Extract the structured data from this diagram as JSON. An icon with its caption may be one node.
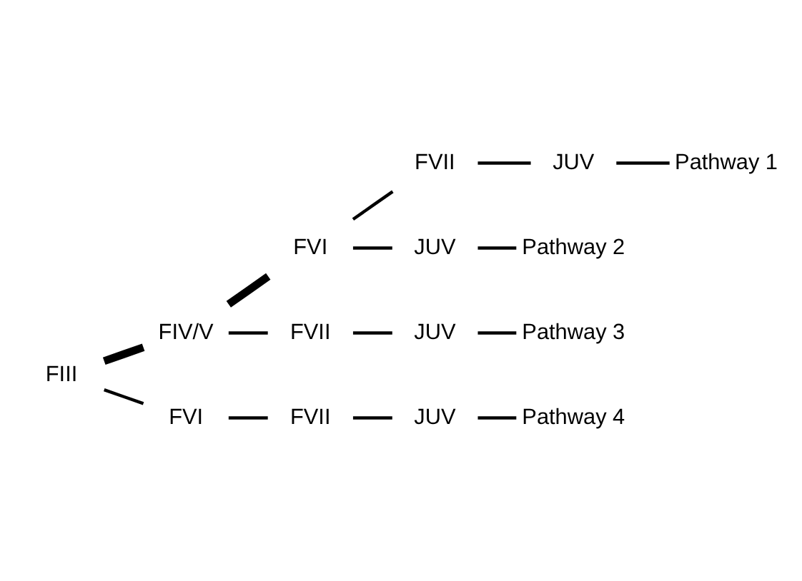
{
  "diagram": {
    "nodes": [
      {
        "text": [
          "FIII"
        ]
      },
      {
        "text": [
          "FIV/V"
        ]
      },
      {
        "text": [
          "FVI"
        ]
      },
      {
        "text": [
          "FVII"
        ]
      },
      {
        "text": [
          "JUV"
        ]
      },
      {
        "text": [
          "Pathway 1"
        ]
      },
      {
        "text": [
          "JUV"
        ]
      },
      {
        "text": [
          "Pathway 2"
        ]
      },
      {
        "text": [
          "FVII"
        ]
      },
      {
        "text": [
          "JUV"
        ]
      },
      {
        "text": [
          "Pathway 3"
        ]
      },
      {
        "text": [
          "FVI"
        ]
      },
      {
        "text": [
          "FVII"
        ]
      },
      {
        "text": [
          "JUV"
        ]
      },
      {
        "text": [
          "Pathway 4"
        ]
      }
    ],
    "edges": [
      {
        "from": 0,
        "to": 1,
        "arrow": "none",
        "style": "thick"
      },
      {
        "from": 1,
        "to": 2,
        "arrow": "none",
        "style": "thick"
      },
      {
        "from": 2,
        "to": 3,
        "arrow": "none"
      },
      {
        "from": 3,
        "to": 4,
        "arrow": "none"
      },
      {
        "from": 4,
        "to": 5,
        "arrow": "none"
      },
      {
        "from": 2,
        "to": 6,
        "arrow": "none"
      },
      {
        "from": 6,
        "to": 7,
        "arrow": "none"
      },
      {
        "from": 1,
        "to": 8,
        "arrow": "none"
      },
      {
        "from": 8,
        "to": 9,
        "arrow": "none"
      },
      {
        "from": 9,
        "to": 10,
        "arrow": "none"
      },
      {
        "from": 0,
        "to": 11,
        "arrow": "none"
      },
      {
        "from": 11,
        "to": 12,
        "arrow": "none"
      },
      {
        "from": 12,
        "to": 13,
        "arrow": "none"
      },
      {
        "from": 13,
        "to": 14,
        "arrow": "none"
      }
    ]
  }
}
